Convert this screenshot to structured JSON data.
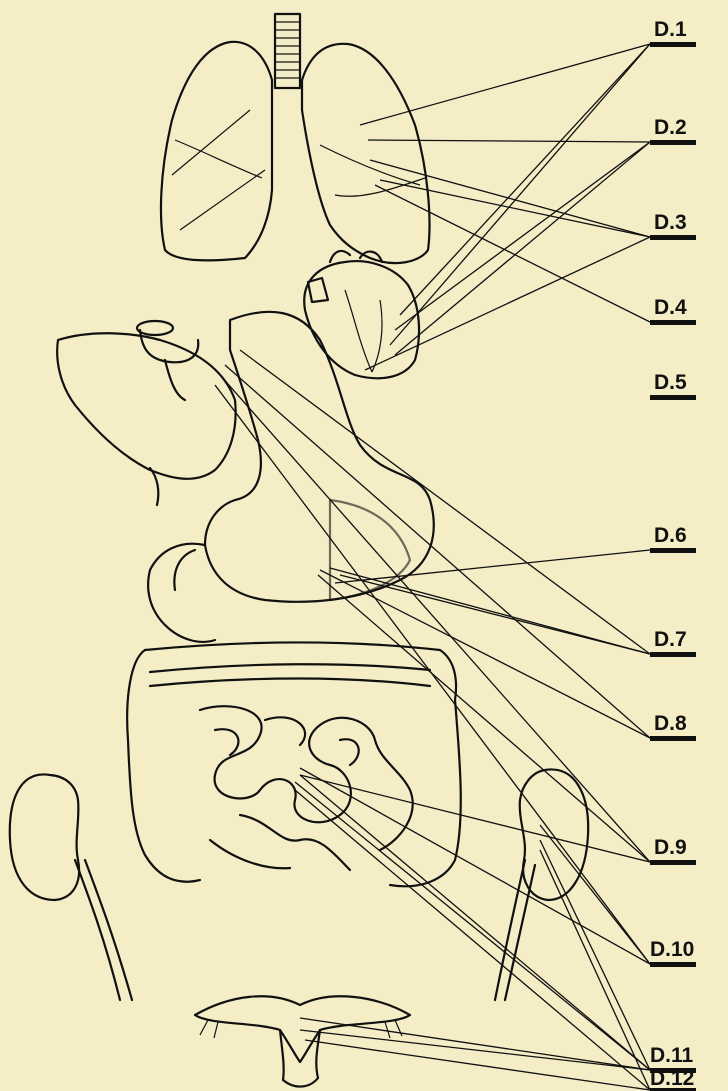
{
  "labels": [
    "D.1",
    "D.2",
    "D.3",
    "D.4",
    "D.5",
    "D.6",
    "D.7",
    "D.8",
    "D.9",
    "D.10",
    "D.11",
    "D.12"
  ]
}
